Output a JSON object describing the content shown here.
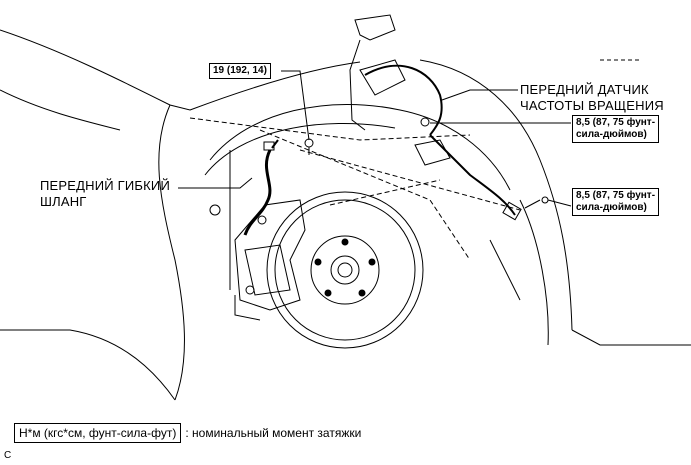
{
  "callouts": {
    "torque_caliper": "19 (192, 14)",
    "torque_sensor_upper": [
      "8,5 (87, 75 фунт-",
      "сила-дюймов)"
    ],
    "torque_sensor_lower": [
      "8,5 (87, 75 фунт-",
      "сила-дюймов)"
    ]
  },
  "labels": {
    "speed_sensor": [
      "ПЕРЕДНИЙ ДАТЧИК",
      "ЧАСТОТЫ ВРАЩЕНИЯ"
    ],
    "flex_hose": [
      "ПЕРЕДНИЙ ГИБКИЙ",
      "ШЛАНГ"
    ]
  },
  "legend": {
    "unit_box": "Н*м (кгс*см, фунт-сила-фут)",
    "description": ": номинальный момент затяжки"
  },
  "corner_code": "C"
}
